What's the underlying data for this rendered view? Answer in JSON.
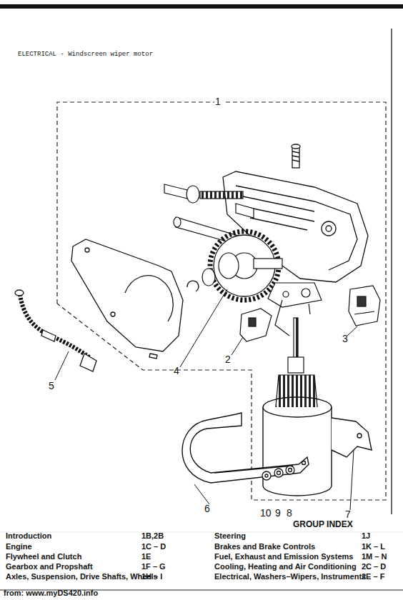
{
  "diagram": {
    "title": "ELECTRICAL - Windscreen wiper motor",
    "labels": [
      "1",
      "2",
      "3",
      "4",
      "5",
      "6",
      "7",
      "8",
      "9",
      "10",
      "GROUP INDEX",
      "Introduction",
      "1B,2B",
      "Engine",
      "1C – D",
      "Flywheel and Clutch",
      "1E",
      "Gearbox and Propshaft",
      "1F – G",
      "Axles, Suspension, Drive Shafts, Wheels",
      "1H – I",
      "Steering",
      "1J",
      "Brakes and Brake Controls",
      "1K – L",
      "Fuel, Exhaust and Emission Systems",
      "1M – N",
      "Cooling, Heating and Air Conditioning",
      "2C – D",
      "Electrical, Washers–Wipers, Instruments",
      "2E – F",
      "from: www.myDS420.info"
    ]
  }
}
